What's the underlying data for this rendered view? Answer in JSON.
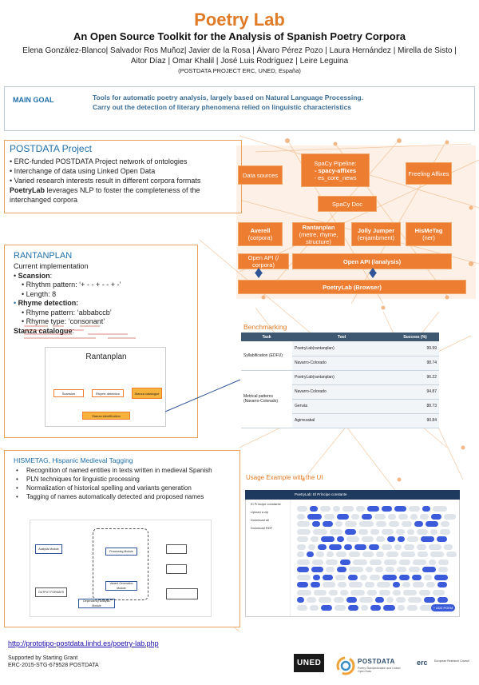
{
  "header": {
    "title": "Poetry Lab",
    "subtitle": "An Open Source Toolkit for the Analysis of Spanish Poetry Corpora",
    "authors": "Elena González-Blanco| Salvador Ros Muñoz| Javier de la Rosa | Álvaro Pérez Pozo | Laura Hernández | Mirella de Sisto | Aitor Díaz | Omar Khalil | José Luis Rodríguez | Leire Leguina",
    "affiliation": "(POSTDATA PROJECT ERC, UNED, España)"
  },
  "main_goal": {
    "label": "MAIN GOAL",
    "line1": "Tools for automatic poetry analysis, largely based on Natural Language Processing.",
    "line2": "Carry out the detection of literary phenomena relied on linguistic characteristics"
  },
  "postdata_project": {
    "title": "POSTDATA Project",
    "items": [
      "ERC-funded POSTDATA Project network of ontologies",
      "Interchange of data using Linked Open Data",
      "Varied research interests result in different corpora formats"
    ],
    "poetrylab_bold": "PoetryLab",
    "poetrylab_text": " leverages NLP to foster the completeness of the interchanged corpora"
  },
  "architecture": {
    "data_sources": "Data sources",
    "spacy_pipeline": "SpaCy Pipeline:",
    "spacy_affixes": "- spacy-affixes",
    "es_core_news": "- es_core_news",
    "freeling": "Freeling Affixes",
    "spacy_doc": "SpaCy Doc",
    "averell": "Averell",
    "averell_sub": "(corpora)",
    "rantanplan": "Rantanplan",
    "rantanplan_sub": "(metre, rhyme, structure)",
    "jollyjumper": "Jolly Jumper",
    "jollyjumper_sub": "(enjambment)",
    "hismetag": "HisMeTag",
    "hismetag_sub": "(ner)",
    "api_corpora": "Open API (/ corpora)",
    "api_analysis": "Open API (/analysis)",
    "poetrylab_browser": "PoetryLab (Browser)"
  },
  "rantanplan": {
    "title": "RANTANPLAN",
    "current": "Current implementation",
    "scansion": "Scansion",
    "rhythm": "Rhythm pattern: ‘+ - - + - - + -’",
    "length": "Length: 8",
    "rhyme_detection": "Rhyme detection:",
    "rhyme_pattern": "Rhyme pattern: ‘abbabccb’",
    "rhyme_type": "Rhyme type: ‘consonant’",
    "stanza": "Stanza catalogue",
    "diagram_title": "Rantanplan",
    "diagram_nodes": [
      "Scansion",
      "Rhyme detection",
      "Stanza catalogue",
      "Stanza identification"
    ]
  },
  "benchmarking": {
    "title": "Benchmarking",
    "headers": [
      "Task",
      "Tool",
      "Success (%)"
    ],
    "groups": [
      {
        "task": "Syllabification (EDFU)",
        "rows": [
          {
            "tool": "PoetryLab(rantanplan)",
            "success": "99.99"
          },
          {
            "tool": "Navarro-Colorado",
            "success": "98.74"
          }
        ]
      },
      {
        "task": "Metrical patterns (Navarro-Colorado)",
        "rows": [
          {
            "tool": "PoetryLab(rantanplan)",
            "success": "96.22"
          },
          {
            "tool": "Navarro-Colorado",
            "success": "94.87"
          },
          {
            "tool": "Gervás",
            "success": "88.73"
          },
          {
            "tool": "Agirrezabal",
            "success": "90.84"
          }
        ]
      }
    ]
  },
  "hismetag": {
    "title": "HISMETAG, Hispanic Medieval Tagging",
    "items": [
      "Recognition of named entities in texts written in medieval Spanish",
      "PLN techniques for linguistic processing",
      "Normalization of historical spelling and variants generation",
      "Tagging of names automatically detected and proposed names"
    ],
    "diagram_nodes": [
      "Analysis Module",
      "Processing Module",
      "Variant Generation Module",
      "Dependency Analysis Module",
      "OUTPUT FORMATS"
    ]
  },
  "usage_ui": {
    "title": "Usage Example with the UI",
    "bar_title": "PoetryLab: El Príncipe constante",
    "sidebar": [
      "El Príncipe constante",
      "Upload a zip",
      "Download all",
      "Download RDF"
    ],
    "add_label": "+ ADD POEM"
  },
  "footer": {
    "link": "http://prototipo-postdata.linhd.es/poetry-lab.php",
    "support_line1": "Supported by Starting Grant",
    "support_line2": "ERC-2015-STG-679528 POSTDATA",
    "uned": "UNED",
    "postdata_logo": "POSTDATA",
    "postdata_sub": "Poetry Standardization and Linked Open Data",
    "erc": "erc",
    "erc_text": "European Research Council"
  },
  "colors": {
    "accent_orange": "#e07b28",
    "box_orange": "#ed7d31",
    "heading_blue": "#1f6fa8",
    "table_header": "#3f5872"
  }
}
